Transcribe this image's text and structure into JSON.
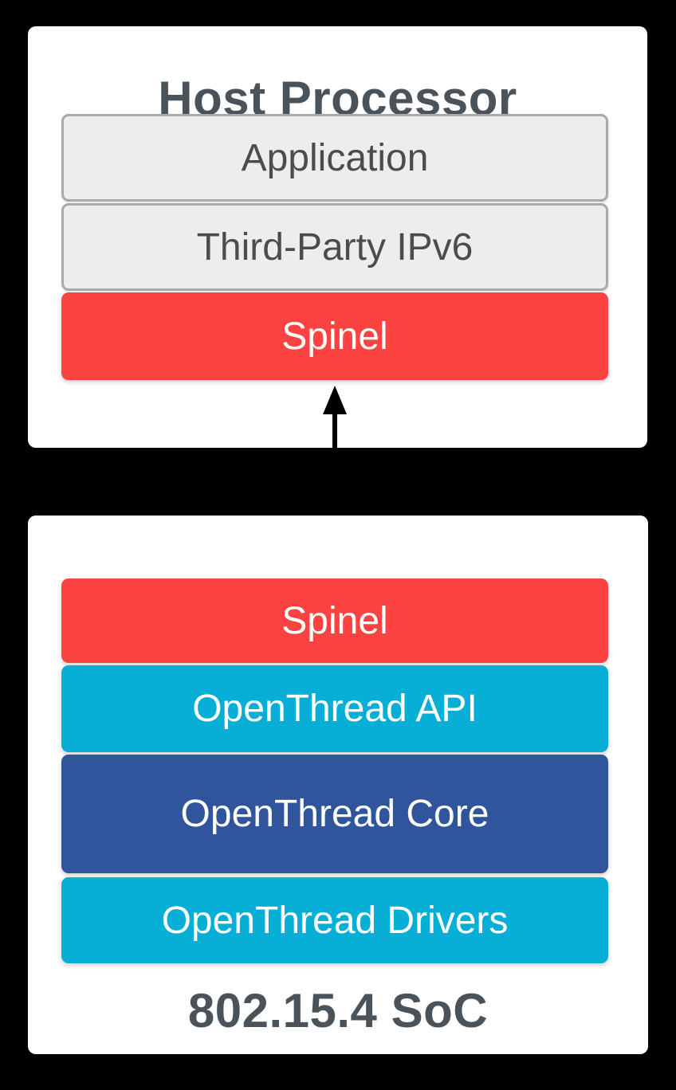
{
  "colors": {
    "background": "#000000",
    "panel": "#FFFFFF",
    "red": "#FB4341",
    "cyan": "#07AFD6",
    "navy": "#30559C",
    "gray_fill": "#EDEDED",
    "gray_border": "#A9A9A9",
    "title_text": "#4A525A",
    "gray_bar_text": "#4C4C4C",
    "white_text": "#FFFFFF",
    "arrow": "#000000"
  },
  "host_box": {
    "title": "Host Processor",
    "layers": [
      {
        "label": "Application",
        "style": "gray"
      },
      {
        "label": "Third-Party IPv6",
        "style": "gray"
      },
      {
        "label": "Spinel",
        "style": "red"
      }
    ]
  },
  "connector": {
    "type": "bidirectional-vertical-arrow"
  },
  "soc_box": {
    "title": "802.15.4 SoC",
    "layers": [
      {
        "label": "Spinel",
        "style": "red"
      },
      {
        "label": "OpenThread API",
        "style": "cyan"
      },
      {
        "label": "OpenThread Core",
        "style": "navy"
      },
      {
        "label": "OpenThread Drivers",
        "style": "cyan"
      }
    ]
  }
}
